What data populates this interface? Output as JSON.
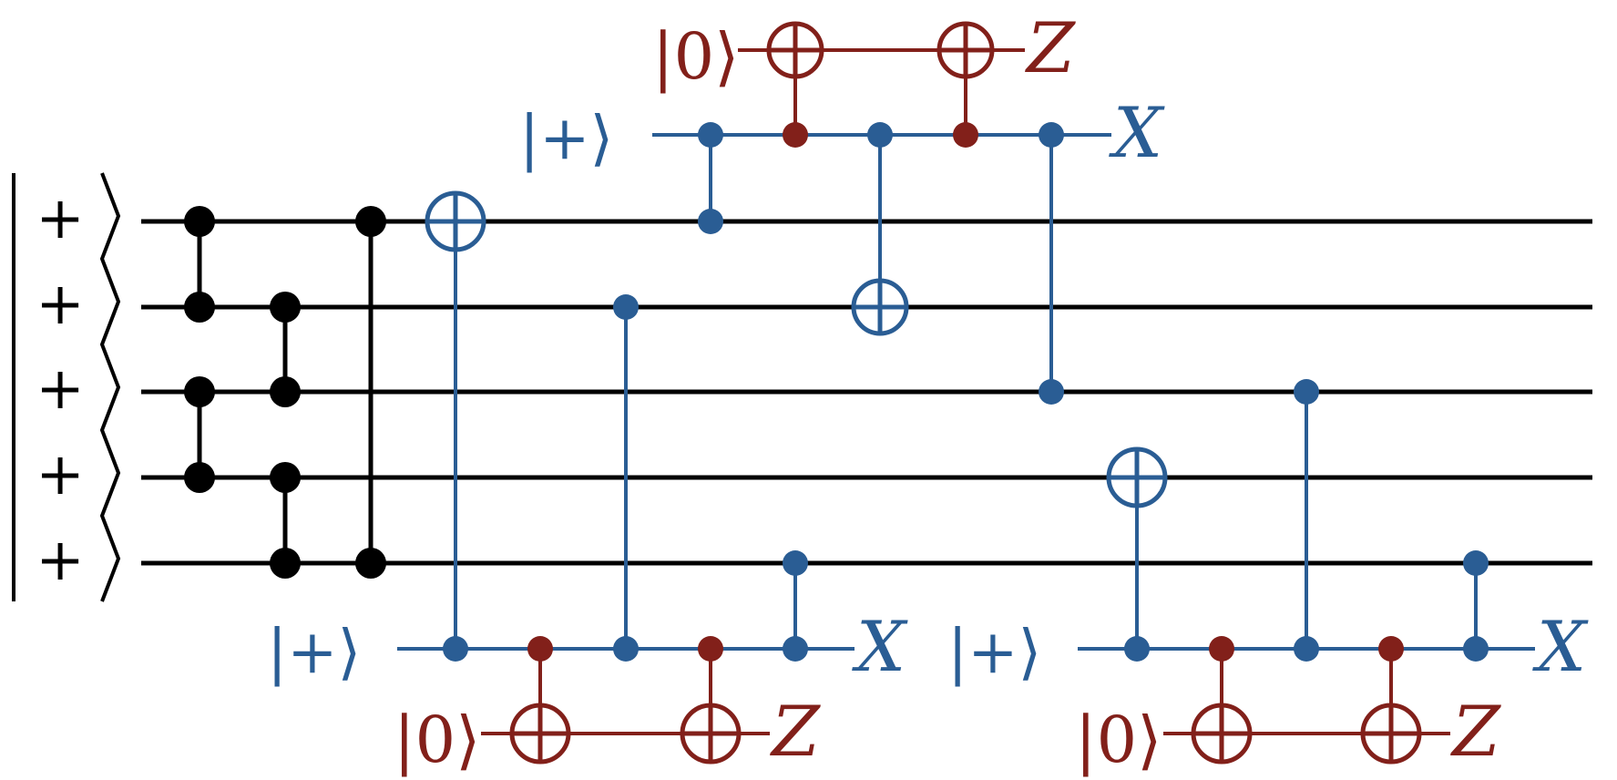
{
  "colors": {
    "main": "#000000",
    "blue": "#2a5d94",
    "red": "#82201a"
  },
  "labels": {
    "plus_ket": "|+⟩",
    "zero_ket": "|0⟩",
    "plus": "+",
    "x_measure": "X",
    "z_measure": "Z"
  },
  "qubits": [
    "+",
    "+",
    "+",
    "+",
    "+"
  ]
}
